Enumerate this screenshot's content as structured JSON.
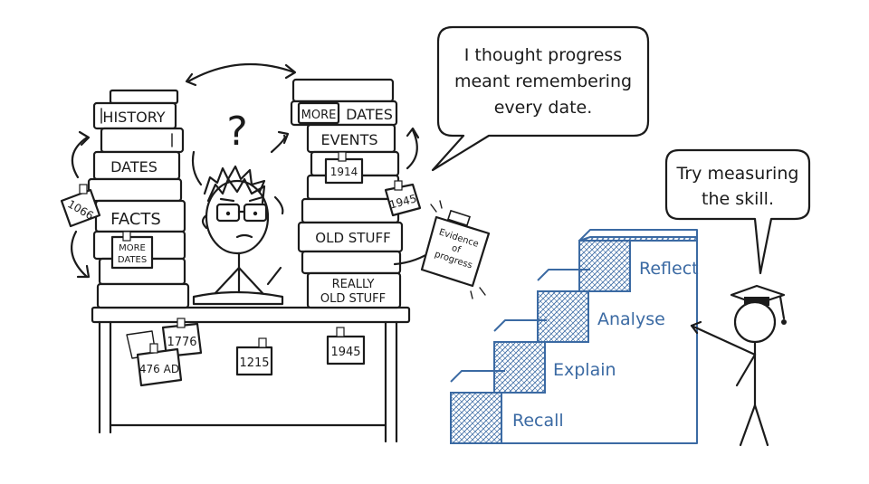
{
  "book_labels": {
    "history": "HISTORY",
    "dates": "DATES",
    "facts": "FACTS",
    "more": "MORE",
    "more_dates_right": "DATES",
    "events": "EVENTS",
    "old_stuff": "OLD STUFF",
    "really": "REALLY",
    "old_stuff_2": "OLD STUFF"
  },
  "sticky_notes": {
    "note_1066": "1066",
    "more_dates_1": "MORE",
    "more_dates_2": "DATES",
    "note_1914": "1914",
    "note_1945_stack": "1945",
    "note_1776": "1776",
    "note_476": "476 AD",
    "note_1215": "1215",
    "note_1945_desk": "1945"
  },
  "clipboard": {
    "line1": "Evidence",
    "line2": "of",
    "line3": "progress"
  },
  "question_mark": "?",
  "speech_student": {
    "line1": "I thought progress",
    "line2": "meant remembering",
    "line3": "every date."
  },
  "speech_teacher": {
    "line1": "Try measuring",
    "line2": "the skill."
  },
  "skill_steps": [
    "Recall",
    "Explain",
    "Analyse",
    "Reflect"
  ],
  "colors": {
    "ink": "#1b1b1b",
    "steps": "#3b6aa3",
    "background": "#ffffff"
  }
}
